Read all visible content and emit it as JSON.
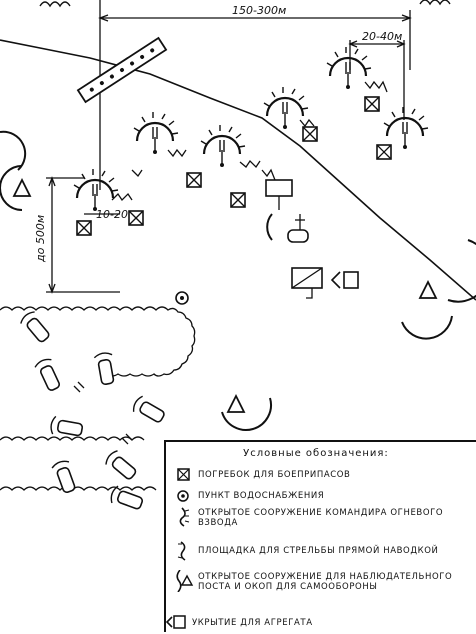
{
  "dimensions": {
    "top_span": "150-300м",
    "gun_spacing": "20-40м",
    "depth": "до 500м",
    "short_gap": "10-20м"
  },
  "legend": {
    "title": "Условные обозначения:",
    "items": [
      {
        "text": "погребок для боеприпасов",
        "icon": "ammo-cellar-icon"
      },
      {
        "text": "пункт водоснабжения",
        "icon": "water-point-icon"
      },
      {
        "text": "открытое сооружение командира огневого взвода",
        "icon": "commander-post-icon"
      },
      {
        "text": "площадка для стрельбы прямой наводкой",
        "icon": "direct-fire-position-icon"
      },
      {
        "text": "открытое сооружение для наблюдательного поста и окоп для самообороны",
        "icon": "observation-post-icon"
      },
      {
        "text": "укрытие для агрегата",
        "icon": "generator-shelter-icon"
      }
    ]
  }
}
